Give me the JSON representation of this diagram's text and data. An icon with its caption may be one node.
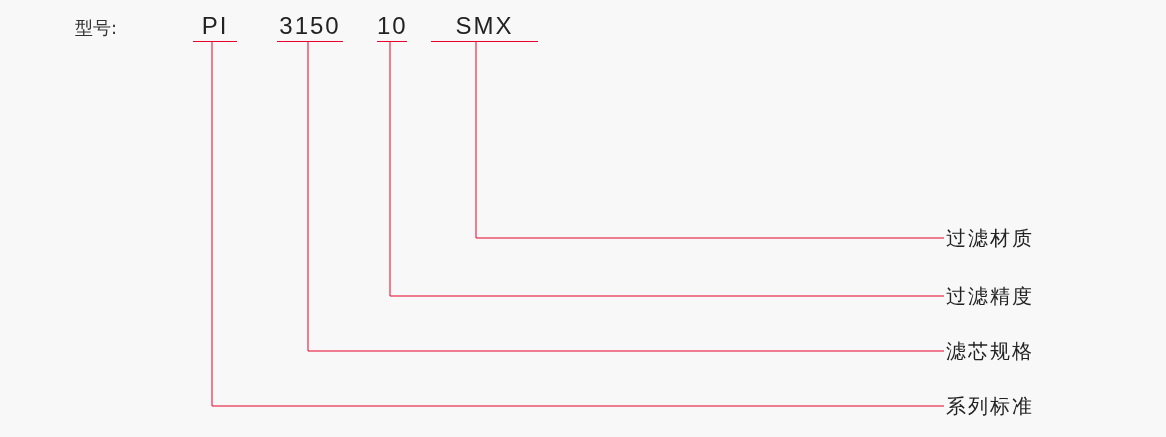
{
  "diagram": {
    "nodes": [
      {
        "text": [
          "PI"
        ]
      },
      {
        "text": [
          "3150"
        ]
      },
      {
        "text": [
          "10"
        ]
      },
      {
        "text": [
          "SMX"
        ]
      },
      {
        "text": [
          "过滤材质"
        ]
      },
      {
        "text": [
          "过滤精度"
        ]
      },
      {
        "text": [
          "滤芯规格"
        ]
      },
      {
        "text": [
          "系列标准"
        ]
      }
    ],
    "edges": [
      {
        "from": 0,
        "to": 7,
        "arrow": "none"
      },
      {
        "from": 1,
        "to": 6,
        "arrow": "none"
      },
      {
        "from": 2,
        "to": 5,
        "arrow": "none"
      },
      {
        "from": 3,
        "to": 4,
        "arrow": "none"
      }
    ],
    "labels": [
      "型号:"
    ]
  }
}
